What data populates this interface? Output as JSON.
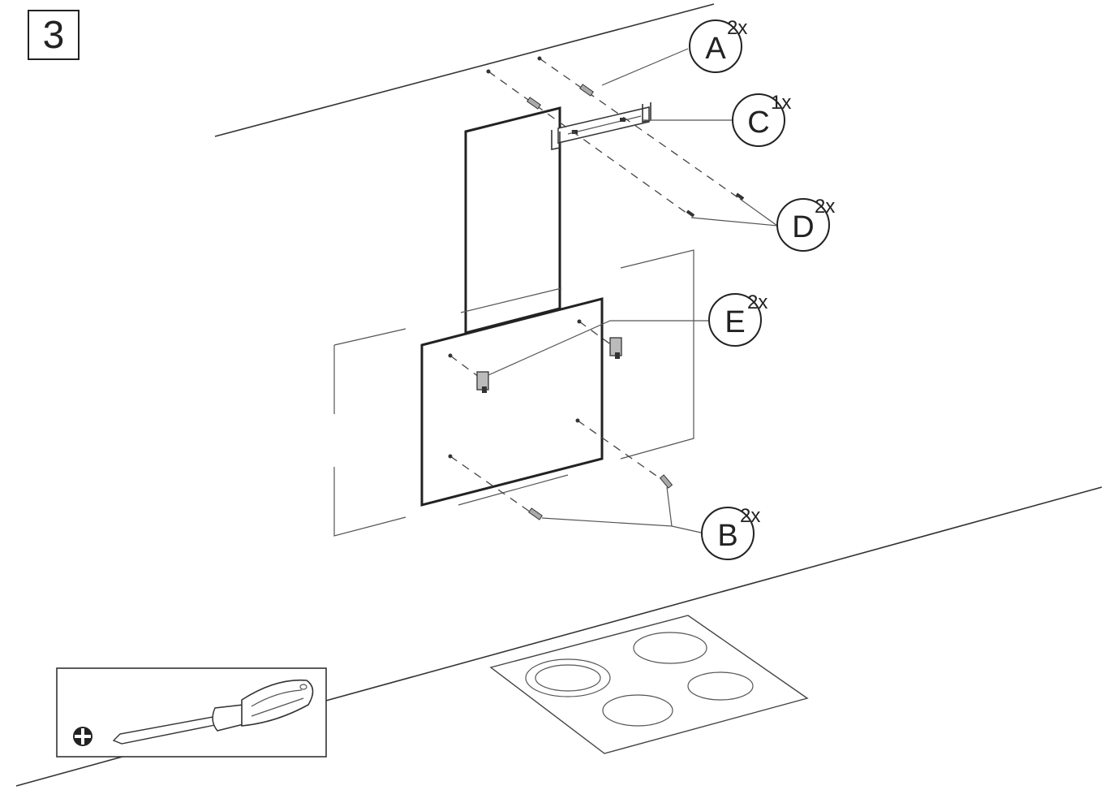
{
  "step": {
    "number": "3"
  },
  "callouts": [
    {
      "id": "A",
      "letter": "A",
      "qty": "2x"
    },
    {
      "id": "C",
      "letter": "C",
      "qty": "1x"
    },
    {
      "id": "D",
      "letter": "D",
      "qty": "2x"
    },
    {
      "id": "E",
      "letter": "E",
      "qty": "2x"
    },
    {
      "id": "B",
      "letter": "B",
      "qty": "2x"
    }
  ],
  "tool": {
    "name": "phillips-screwdriver-icon",
    "tip_symbol": "phillips-head-icon"
  },
  "icons": [
    "cooker-hood-panel",
    "chimney-duct",
    "wall-bracket",
    "hob-icon",
    "screw-icon",
    "wall-plug-icon"
  ],
  "colors": {
    "line": "#333333",
    "background": "#ffffff"
  }
}
